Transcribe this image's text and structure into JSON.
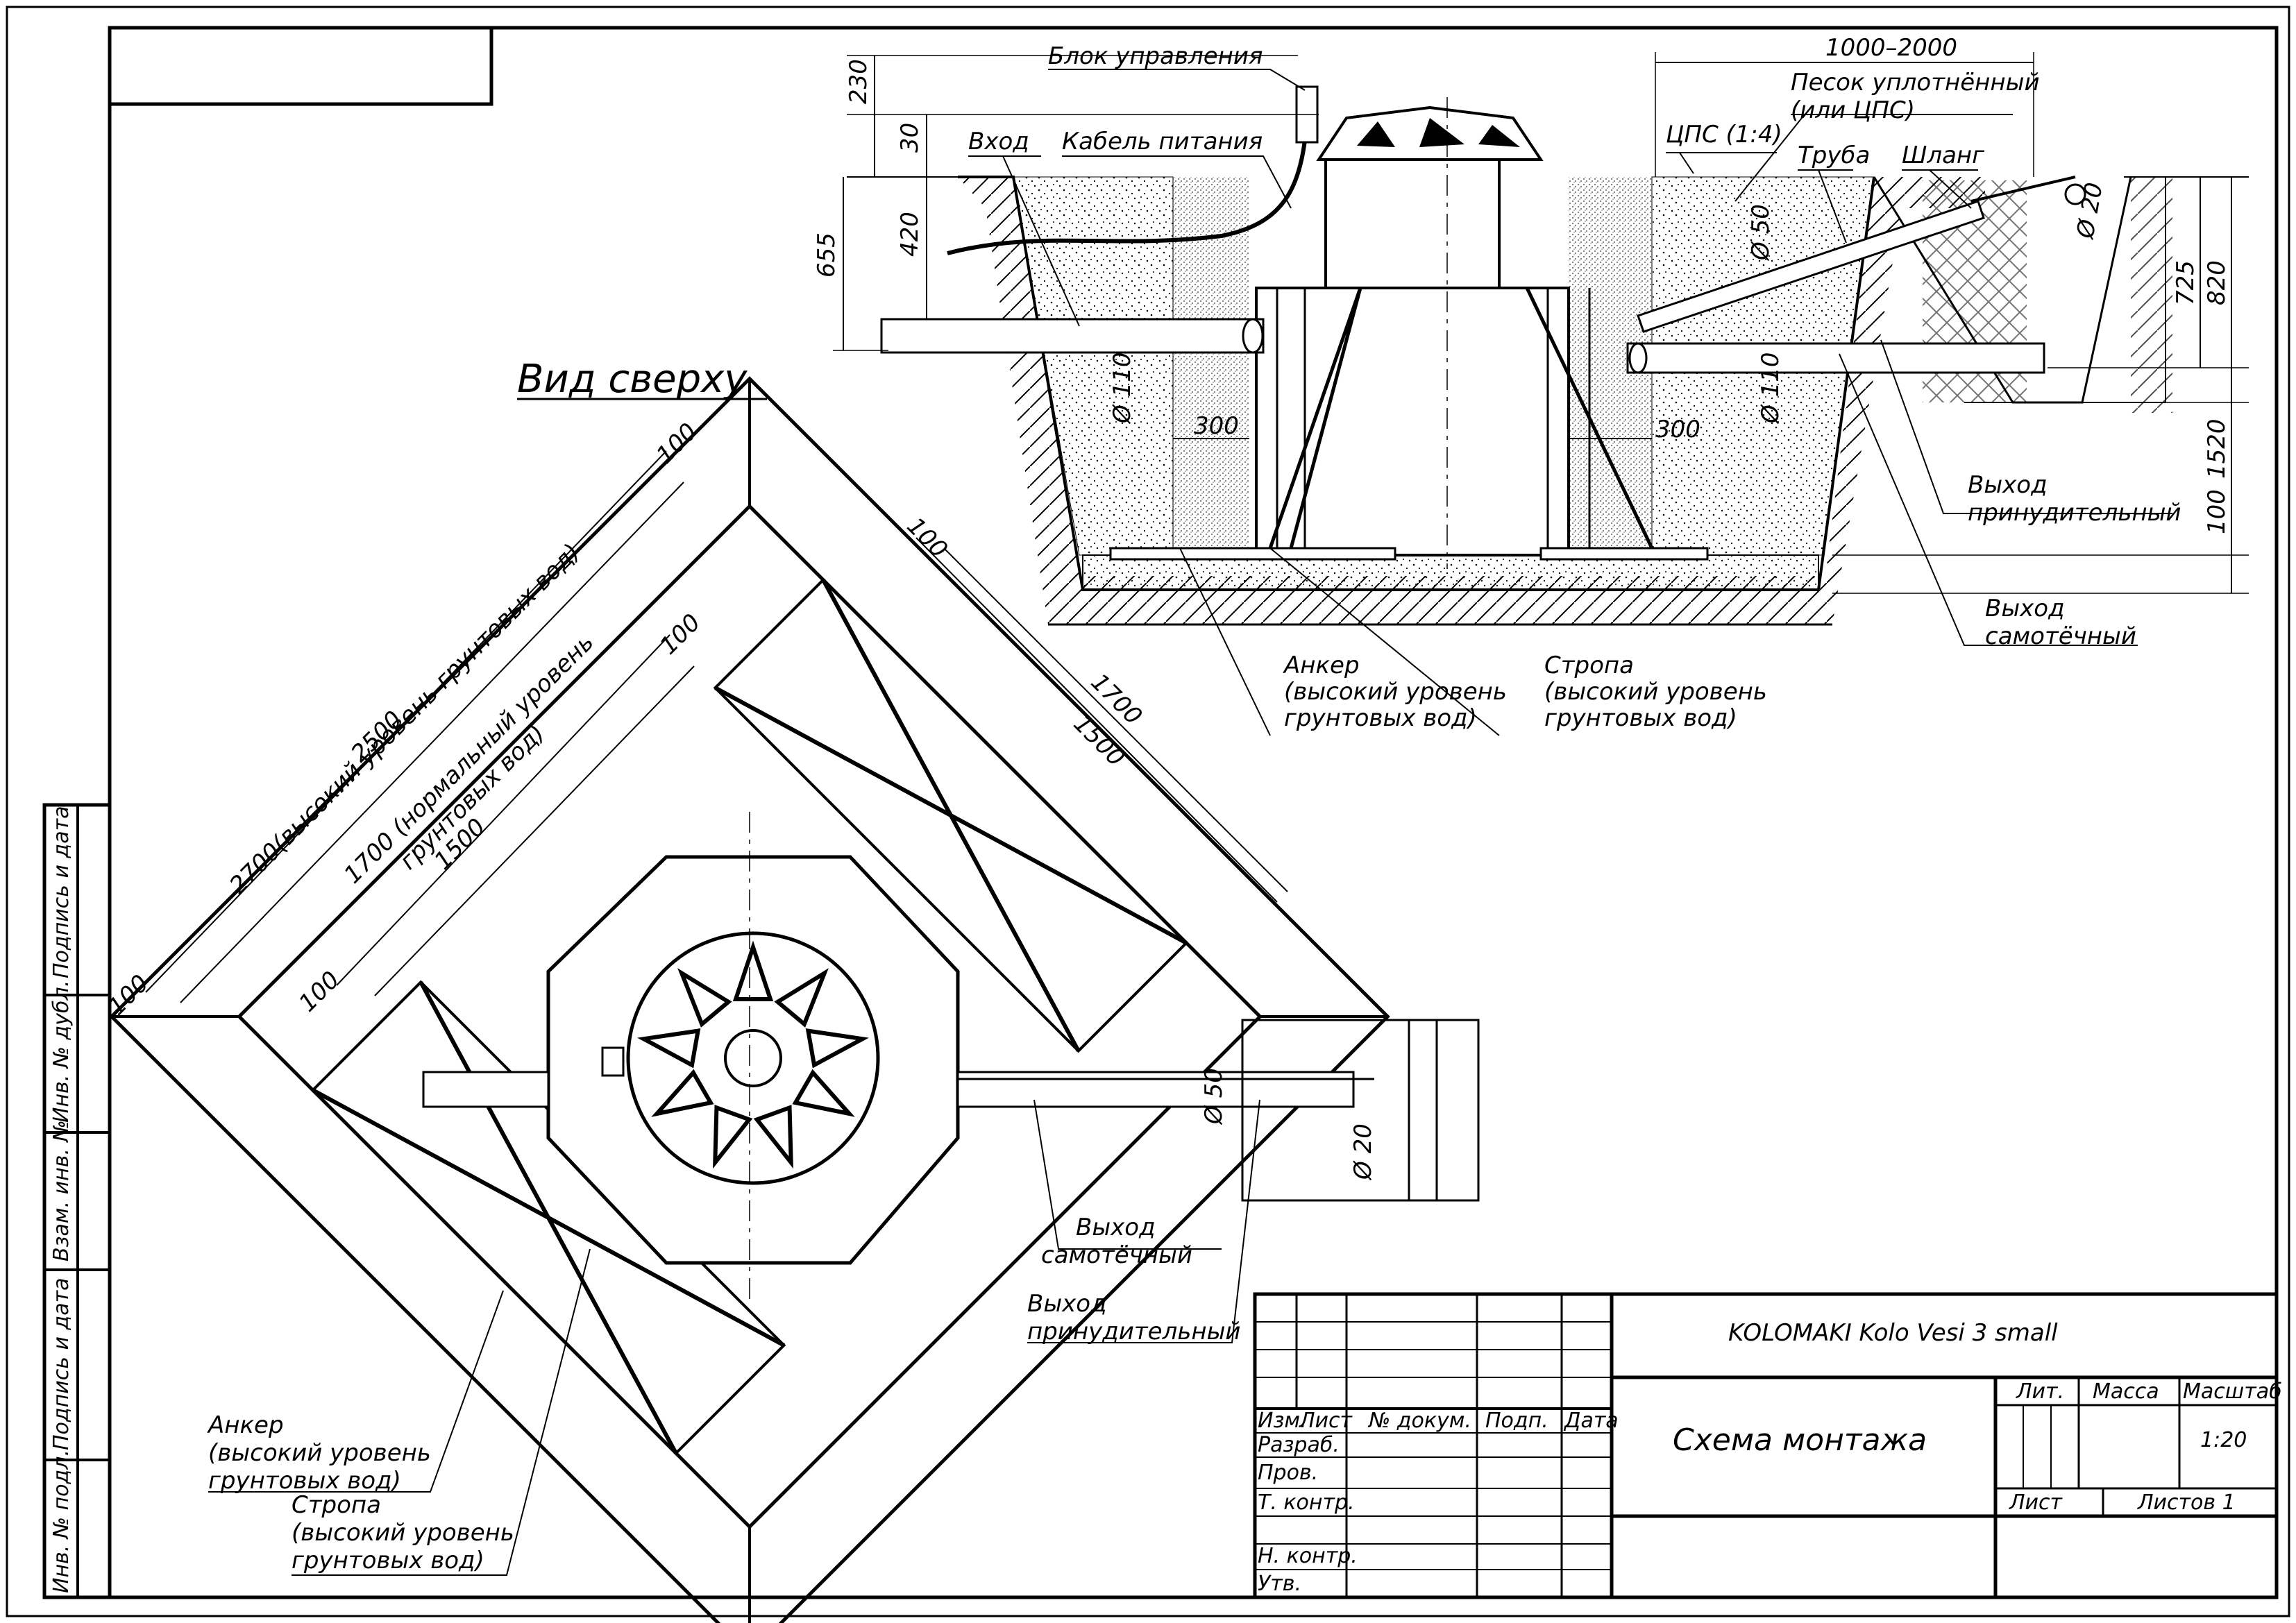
{
  "section": {
    "labels": {
      "control_unit": "Блок управления",
      "inlet": "Вход",
      "power_cable": "Кабель питания",
      "sand": "Песок уплотнённый",
      "sand2": "(или ЦПС)",
      "cps": "ЦПС (1:4)",
      "pipe": "Труба",
      "hose": "Шланг",
      "forced_outlet": "Выход",
      "forced_outlet2": "принудительный",
      "gravity_outlet": "Выход",
      "gravity_outlet2": "самотёчный",
      "anchor": "Анкер",
      "anchor2": "(высокий уровень",
      "anchor3": "грунтовых вод)",
      "sling": "Стропа",
      "sling2": "(высокий уровень",
      "sling3": "грунтовых вод)"
    },
    "dims": {
      "d230": "230",
      "d30": "30",
      "d420": "420",
      "d655": "655",
      "width": "1000–2000",
      "d110a": "Ø 110",
      "d110b": "Ø 110",
      "d50": "Ø 50",
      "d20": "Ø 20",
      "d300a": "300",
      "d300b": "300",
      "d725": "725",
      "d820": "820",
      "d1520": "1520",
      "d100": "100"
    }
  },
  "plan": {
    "title": "Вид сверху",
    "dims": {
      "d2700": "2700(высокий уровень грунтовых вод)",
      "d2500": "2500",
      "d1700n": "1700 (нормальный уровень",
      "d1700n2": "грунтовых вод)",
      "d1500": "1500",
      "d100a": "100",
      "d100b": "100",
      "d100c": "100",
      "d100d": "100",
      "d100e": "100",
      "d1700r": "1700",
      "d1500r": "1500",
      "d50": "Ø 50",
      "d20": "Ø 20"
    },
    "labels": {
      "gravity": "Выход",
      "gravity2": "самотёчный",
      "forced": "Выход",
      "forced2": "принудительный",
      "anchor": "Анкер",
      "anchor2": "(высокий уровень",
      "anchor3": "грунтовых вод)",
      "sling": "Стропа",
      "sling2": "(высокий уровень",
      "sling3": "грунтовых вод)"
    }
  },
  "side_stamp": [
    "Подпись и дата",
    "Инв. № дубл.",
    "Взам. инв. №",
    "Подпись и дата",
    "Инв. № подл."
  ],
  "title_block": {
    "designation": "KOLOMAKI Kolo Vesi 3 small",
    "doc_name": "Схема монтажа",
    "col_izm": "Изм.",
    "col_list": "Лист",
    "col_doc": "№ докум.",
    "col_sign": "Подп.",
    "col_date": "Дата",
    "razrab": "Разраб.",
    "prov": "Пров.",
    "tkontr": "Т. контр.",
    "nkontr": "Н. контр.",
    "utv": "Утв.",
    "lit": "Лит.",
    "massa": "Масса",
    "scale_label": "Масштаб",
    "scale": "1:20",
    "sheet": "Лист",
    "sheets": "Листов 1"
  }
}
